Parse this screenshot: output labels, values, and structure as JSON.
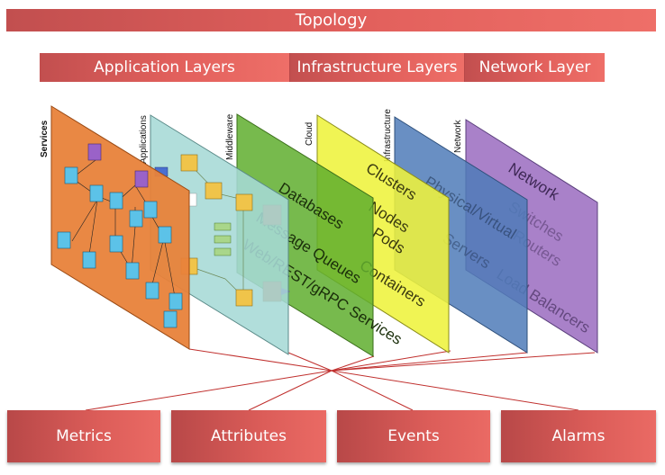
{
  "title": "Topology",
  "layer_groups": {
    "application": "Application Layers",
    "infrastructure": "Infrastructure Layers",
    "network": "Network Layer"
  },
  "planes": {
    "services": {
      "label": "Services",
      "color": "#e8823a"
    },
    "applications": {
      "label": "Applications",
      "color": "#a6d9d6"
    },
    "middleware": {
      "label": "Middleware",
      "color": "#5fae2e",
      "items": [
        "Databases",
        "Message Queues",
        "Web/REST/gRPC Services"
      ]
    },
    "cloud": {
      "label": "Cloud",
      "color": "#eef23c",
      "items": [
        "Clusters",
        "Nodes",
        "Pods",
        "Containers"
      ]
    },
    "infrastructure": {
      "label": "Infrastructure",
      "color": "#4f7bb8",
      "items": [
        "Physical/Virtual",
        "Servers"
      ]
    },
    "network": {
      "label": "Network",
      "color": "#9a6bbf",
      "items": [
        "Network",
        "Switches",
        "Routers",
        "Load Balancers"
      ]
    }
  },
  "outputs": {
    "metrics": "Metrics",
    "attributes": "Attributes",
    "events": "Events",
    "alarms": "Alarms"
  },
  "colors": {
    "bar": "#dc5d59",
    "connector": "#c0302e"
  }
}
